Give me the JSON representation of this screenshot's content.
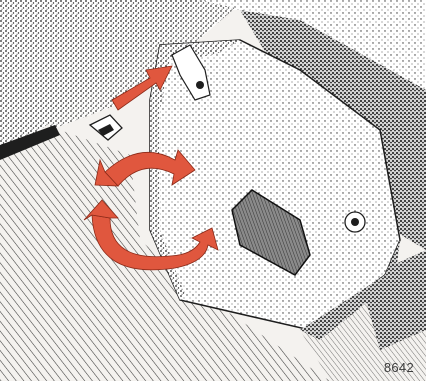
{
  "figure": {
    "reference_number": "8642",
    "colors": {
      "arrow": "#e0573e",
      "ink": "#1e1e1e",
      "paper": "#f4f2ef"
    },
    "icons": [
      "sun-visor",
      "visor-mirror",
      "visor-hinge",
      "visor-clip",
      "up-arrow",
      "rotate-arrow",
      "swing-arrow"
    ]
  }
}
